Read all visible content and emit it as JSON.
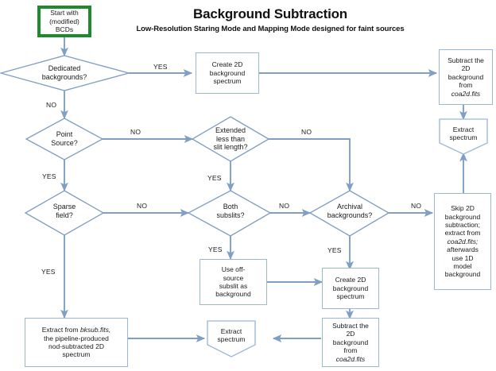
{
  "title": {
    "main": "Background Subtraction",
    "subtitle": "Low-Resolution Staring Mode and Mapping Mode designed for faint sources"
  },
  "colors": {
    "edge": "#7f9fc4",
    "node_border": "#9bb7d9",
    "start_border": "#1e8a2e",
    "background": "#ffffff",
    "text": "#1a1a1a"
  },
  "nodes": {
    "start": {
      "label": "Start with\n(modified)\nBCDs",
      "shape": "rounded-rect"
    },
    "dedicated_backgrounds": {
      "label": "Dedicated\nbackgrounds?",
      "shape": "diamond"
    },
    "point_source": {
      "label": "Point\nSource?",
      "shape": "diamond"
    },
    "extended_less_than_slit": {
      "label": "Extended\nless than\nslit length?",
      "shape": "diamond"
    },
    "sparse_field": {
      "label": "Sparse\nfield?",
      "shape": "diamond"
    },
    "both_subslits": {
      "label": "Both\nsubslits?",
      "shape": "diamond"
    },
    "archival_backgrounds": {
      "label": "Archival\nbackgrounds?",
      "shape": "diamond"
    },
    "create_2d_bg_top": {
      "label": "Create 2D\nbackground\nspectrum",
      "shape": "rect"
    },
    "subtract_2d_top": {
      "label": "Subtract the\n2D\nbackground\nfrom\ncoa2d.fits",
      "italic_line": "coa2d.fits",
      "shape": "rect"
    },
    "extract_spectrum_top": {
      "label": "Extract\nspectrum",
      "shape": "pentagon"
    },
    "skip_2d": {
      "label": "Skip 2D\nbackground\nsubtraction;\nextract from\ncoa2d.fits;\nafterwards\nuse 1D\nmodel\nbackground",
      "italic_line": "coa2d.fits;",
      "shape": "rect"
    },
    "use_offsource": {
      "label": "Use off-\nsource\nsubslit as\nbackground",
      "shape": "rect"
    },
    "create_2d_bg_bottom": {
      "label": "Create 2D\nbackground\nspectrum",
      "shape": "rect"
    },
    "subtract_2d_bottom": {
      "label": "Subtract the\n2D\nbackground\nfrom\ncoa2d.fits",
      "italic_line": "coa2d.fits",
      "shape": "rect"
    },
    "extract_spectrum_bottom": {
      "label": "Extract\nspectrum",
      "shape": "pentagon"
    },
    "extract_bksub": {
      "label": "Extract from bksub.fits,\nthe pipeline-produced\nnod-subtracted 2D\nspectrum",
      "italic_line": "bksub.fits,",
      "shape": "rect"
    }
  },
  "edge_labels": {
    "dedicated_yes": "YES",
    "dedicated_no": "NO",
    "point_no": "NO",
    "point_yes": "YES",
    "extended_no": "NO",
    "extended_yes": "YES",
    "sparse_no": "NO",
    "sparse_yes": "YES",
    "subslits_no": "NO",
    "subslits_yes": "YES",
    "archival_no": "NO",
    "archival_yes": "YES"
  }
}
